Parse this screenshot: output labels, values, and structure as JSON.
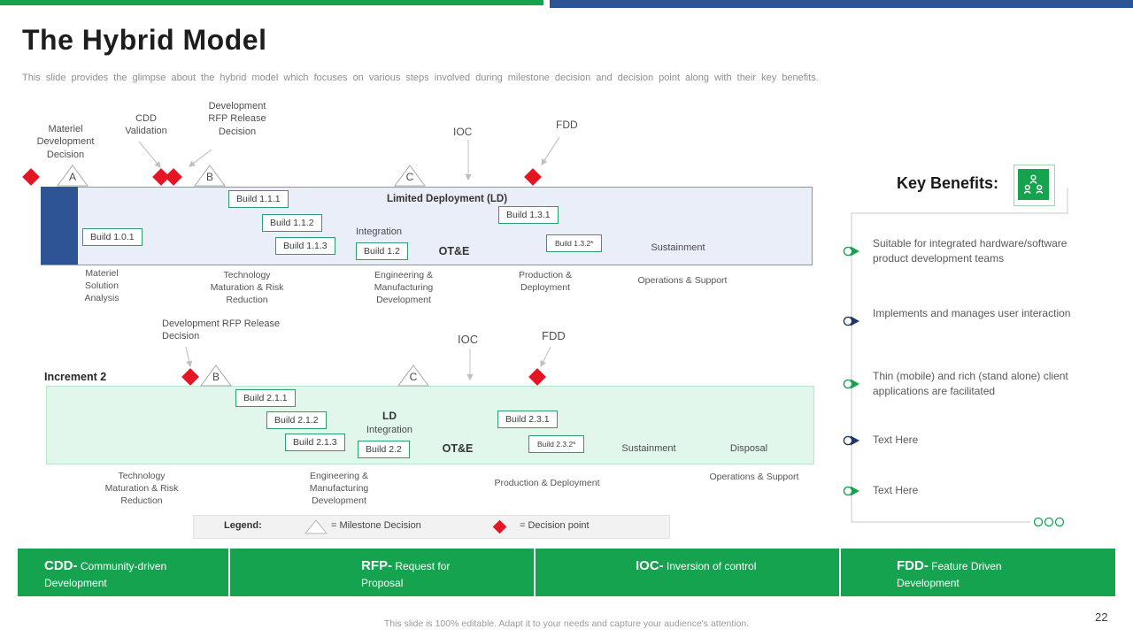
{
  "colors": {
    "accent_green": "#16a34f",
    "navy": "#2e5496",
    "dark_navy": "#1f3864",
    "red": "#e51523"
  },
  "header": {
    "title": "The Hybrid Model",
    "subtitle": "This slide provides the glimpse about the hybrid model which focuses on various steps involved during milestone decision and decision point along with their key benefits."
  },
  "increment1": {
    "callouts": {
      "mdd": "Materiel\nDevelopment\nDecision",
      "cdd": "CDD\nValidation",
      "rfp": "Development\nRFP Release\nDecision",
      "ioc": "IOC",
      "fdd": "FDD"
    },
    "milestones": [
      "A",
      "B",
      "C"
    ],
    "band": {
      "limited_deployment": "Limited Deployment (LD)",
      "integration": "Integration",
      "ote": "OT&E",
      "sustainment": "Sustainment",
      "builds": {
        "b101": "Build 1.0.1",
        "b111": "Build 1.1.1",
        "b112": "Build 1.1.2",
        "b113": "Build 1.1.3",
        "b12": "Build 1.2",
        "b131": "Build 1.3.1",
        "b132": "Build 1.3.2*"
      }
    },
    "phases": [
      "Materiel\nSolution\nAnalysis",
      "Technology\nMaturation & Risk\nReduction",
      "Engineering &\nManufacturing\nDevelopment",
      "Production &\nDeployment",
      "Operations & Support"
    ]
  },
  "increment2": {
    "title": "Increment 2",
    "callouts": {
      "rfp": "Development RFP Release\nDecision",
      "ioc": "IOC",
      "fdd": "FDD"
    },
    "milestones": [
      "B",
      "C"
    ],
    "band": {
      "ld": "LD",
      "integration": "Integration",
      "ote": "OT&E",
      "sustainment": "Sustainment",
      "disposal": "Disposal",
      "builds": {
        "b211": "Build 2.1.1",
        "b212": "Build 2.1.2",
        "b213": "Build 2.1.3",
        "b22": "Build 2.2",
        "b231": "Build 2.3.1",
        "b232": "Build 2.3.2*"
      }
    },
    "phases": [
      "Technology\nMaturation & Risk\nReduction",
      "Engineering &\nManufacturing\nDevelopment",
      "Production & Deployment",
      "Operations & Support"
    ]
  },
  "legend": {
    "label": "Legend:",
    "milestone": "= Milestone Decision",
    "decision_point": "= Decision point"
  },
  "key_benefits": {
    "title": "Key Benefits:",
    "icon": "team-hierarchy-icon",
    "items": [
      {
        "text": "Suitable for integrated hardware/software product development teams",
        "accent": "green"
      },
      {
        "text": "Implements and manages user interaction",
        "accent": "navy"
      },
      {
        "text": "Thin (mobile) and rich (stand alone) client applications are facilitated",
        "accent": "green"
      },
      {
        "text": "Text Here",
        "accent": "navy"
      },
      {
        "text": "Text Here",
        "accent": "green"
      }
    ]
  },
  "definitions": [
    {
      "acronym": "CDD-",
      "description": "Community-driven Development"
    },
    {
      "acronym": "RFP-",
      "description": "Request for Proposal"
    },
    {
      "acronym": "IOC-",
      "description": "Inversion of control"
    },
    {
      "acronym": "FDD-",
      "description": "Feature Driven Development"
    }
  ],
  "footer": {
    "note": "This slide is 100% editable. Adapt it to your needs and capture your audience's attention.",
    "page_number": "22"
  }
}
